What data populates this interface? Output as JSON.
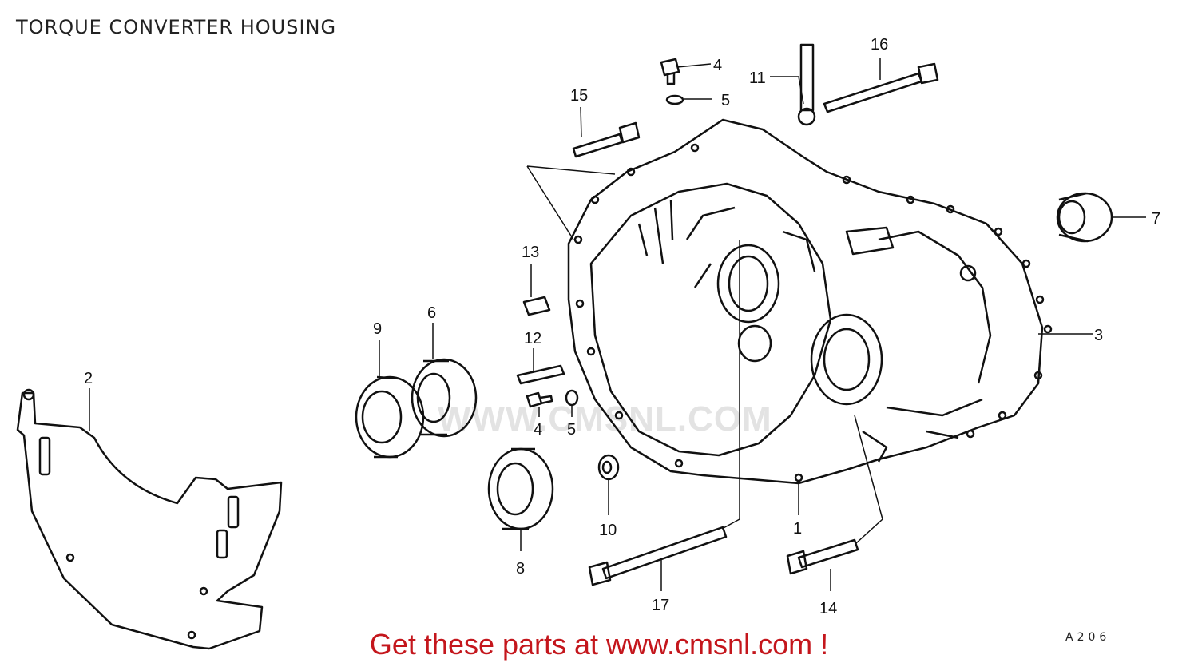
{
  "title": "TORQUE CONVERTER HOUSING",
  "watermark": "WWW.CMSNL.COM",
  "promo": "Get these parts at www.cmsnl.com !",
  "diagram_code": "A206",
  "callouts": {
    "c1": "1",
    "c2": "2",
    "c3": "3",
    "c4a": "4",
    "c4b": "4",
    "c5a": "5",
    "c5b": "5",
    "c6": "6",
    "c7": "7",
    "c8": "8",
    "c9": "9",
    "c10": "10",
    "c11": "11",
    "c12": "12",
    "c13": "13",
    "c14": "14",
    "c15": "15",
    "c16": "16",
    "c17": "17"
  },
  "colors": {
    "promo": "#c4161c",
    "line": "#111111",
    "watermark": "#e3e3e3"
  }
}
